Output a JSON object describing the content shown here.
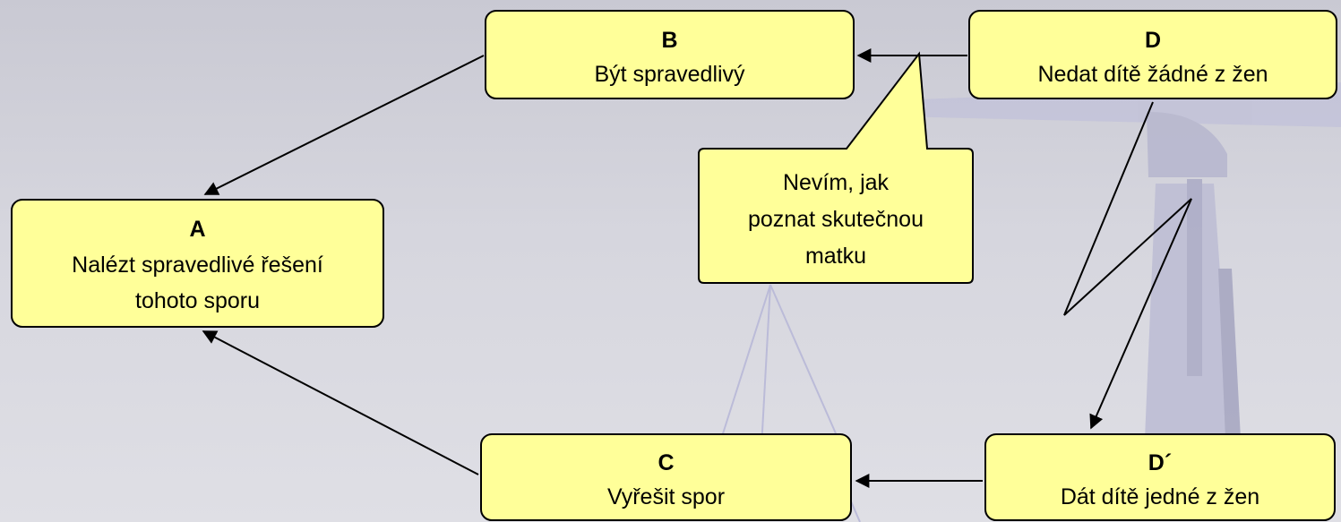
{
  "colors": {
    "box_fill": "#ffff99",
    "box_stroke": "#000000",
    "arrow_stroke": "#000000",
    "background_art": "#b8b8cf"
  },
  "nodes": {
    "a": {
      "title": "A",
      "line1": "Nalézt spravedlivé řešení",
      "line2": "tohoto sporu"
    },
    "b": {
      "title": "B",
      "line1": "Být spravedlivý"
    },
    "c": {
      "title": "C",
      "line1": "Vyřešit spor"
    },
    "d": {
      "title": "D",
      "line1": "Nedat dítě žádné z žen"
    },
    "d_prime": {
      "title": "D´",
      "line1": "Dát dítě jedné z žen"
    }
  },
  "callout": {
    "line1": "Nevím, jak",
    "line2": "poznat skutečnou",
    "line3": "matku"
  },
  "background_illustration": "scales-of-justice",
  "conflict_symbol": "lightning-conflict-icon"
}
